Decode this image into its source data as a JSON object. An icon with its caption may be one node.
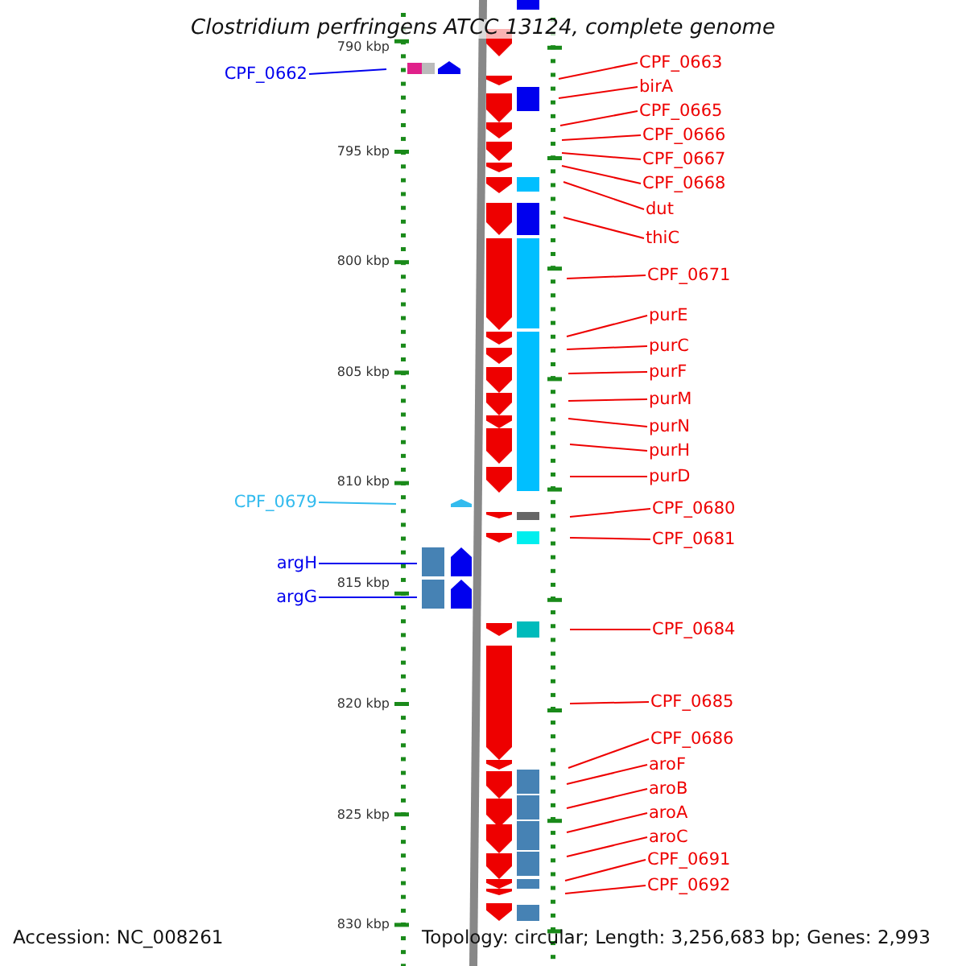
{
  "diagram": {
    "title": "Clostridium perfringens ATCC 13124, complete genome",
    "nodes": [
      {
        "text": [
          "CPF_0663"
        ]
      },
      {
        "text": [
          "CPF_0662"
        ]
      },
      {
        "text": [
          "birA"
        ]
      },
      {
        "text": [
          "CPF_0665"
        ]
      },
      {
        "text": [
          "CPF_0666"
        ]
      },
      {
        "text": [
          "CPF_0667"
        ]
      },
      {
        "text": [
          "CPF_0668"
        ]
      },
      {
        "text": [
          "dut"
        ]
      },
      {
        "text": [
          "thiC"
        ]
      },
      {
        "text": [
          "CPF_0671"
        ]
      },
      {
        "text": [
          "purE"
        ]
      },
      {
        "text": [
          "purC"
        ]
      },
      {
        "text": [
          "purF"
        ]
      },
      {
        "text": [
          "purM"
        ]
      },
      {
        "text": [
          "purN"
        ]
      },
      {
        "text": [
          "purH"
        ]
      },
      {
        "text": [
          "purD"
        ]
      },
      {
        "text": [
          "CPF_0679"
        ]
      },
      {
        "text": [
          "CPF_0680"
        ]
      },
      {
        "text": [
          "CPF_0681"
        ]
      },
      {
        "text": [
          "argH"
        ]
      },
      {
        "text": [
          "argG"
        ]
      },
      {
        "text": [
          "CPF_0684"
        ]
      },
      {
        "text": [
          "CPF_0685"
        ]
      },
      {
        "text": [
          "CPF_0686"
        ]
      },
      {
        "text": [
          "aroF"
        ]
      },
      {
        "text": [
          "aroB"
        ]
      },
      {
        "text": [
          "aroA"
        ]
      },
      {
        "text": [
          "aroC"
        ]
      },
      {
        "text": [
          "CPF_0691"
        ]
      },
      {
        "text": [
          "CPF_0692"
        ]
      }
    ],
    "edges": [
      {
        "from": 0,
        "to": null,
        "arrow": "none"
      },
      {
        "from": 1,
        "to": null,
        "arrow": "none",
        "color": "#0000ee"
      },
      {
        "from": 2,
        "to": null,
        "arrow": "none"
      },
      {
        "from": 3,
        "to": null,
        "arrow": "none"
      },
      {
        "from": 4,
        "to": null,
        "arrow": "none"
      },
      {
        "from": 5,
        "to": null,
        "arrow": "none"
      },
      {
        "from": 6,
        "to": null,
        "arrow": "none"
      },
      {
        "from": 7,
        "to": null,
        "arrow": "none"
      },
      {
        "from": 8,
        "to": null,
        "arrow": "none"
      },
      {
        "from": 9,
        "to": null,
        "arrow": "none"
      },
      {
        "from": 10,
        "to": null,
        "arrow": "none"
      },
      {
        "from": 11,
        "to": null,
        "arrow": "none"
      },
      {
        "from": 12,
        "to": null,
        "arrow": "none"
      },
      {
        "from": 13,
        "to": null,
        "arrow": "none"
      },
      {
        "from": 14,
        "to": null,
        "arrow": "none"
      },
      {
        "from": 15,
        "to": null,
        "arrow": "none"
      },
      {
        "from": 16,
        "to": null,
        "arrow": "none"
      },
      {
        "from": 17,
        "to": null,
        "arrow": "none",
        "color": "#33bbee"
      },
      {
        "from": 18,
        "to": null,
        "arrow": "none"
      },
      {
        "from": 19,
        "to": null,
        "arrow": "none"
      },
      {
        "from": 20,
        "to": null,
        "arrow": "none",
        "color": "#0000ee"
      },
      {
        "from": 21,
        "to": null,
        "arrow": "none",
        "color": "#0000ee"
      },
      {
        "from": 22,
        "to": null,
        "arrow": "none"
      },
      {
        "from": 23,
        "to": null,
        "arrow": "none"
      },
      {
        "from": 24,
        "to": null,
        "arrow": "none"
      },
      {
        "from": 25,
        "to": null,
        "arrow": "none"
      },
      {
        "from": 26,
        "to": null,
        "arrow": "none"
      },
      {
        "from": 27,
        "to": null,
        "arrow": "none"
      },
      {
        "from": 28,
        "to": null,
        "arrow": "none"
      },
      {
        "from": 29,
        "to": null,
        "arrow": "none"
      },
      {
        "from": 30,
        "to": null,
        "arrow": "none"
      }
    ],
    "labels": [
      "790 kbp",
      "795 kbp",
      "800 kbp",
      "805 kbp",
      "810 kbp",
      "815 kbp",
      "820 kbp",
      "825 kbp",
      "830 kbp",
      "Accession: NC_008261",
      "Topology: circular; Length: 3,256,683 bp; Genes: 2,993"
    ]
  }
}
